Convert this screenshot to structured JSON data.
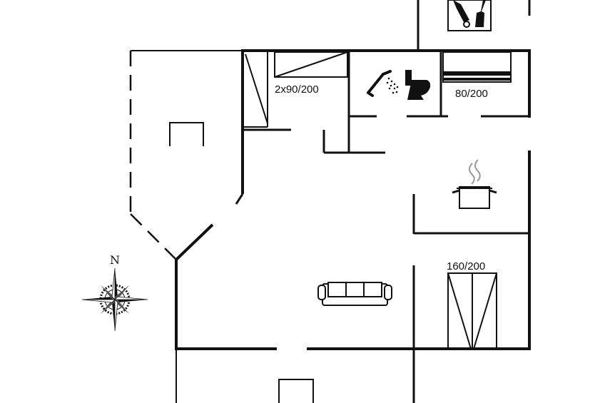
{
  "floorplan": {
    "labels": {
      "bunk_room": "2x90/200",
      "single_bed": "80/200",
      "double_bed": "160/200",
      "compass_north": "N"
    },
    "icons": [
      "utility-tools-icon",
      "shower-icon",
      "toilet-icon",
      "bed-icon",
      "cooking-pot-icon",
      "sofa-icon",
      "double-bed-icon",
      "compass-rose-icon",
      "fireplace-icon"
    ],
    "colors": {
      "walls": "#111111",
      "background": "#ffffff"
    }
  }
}
